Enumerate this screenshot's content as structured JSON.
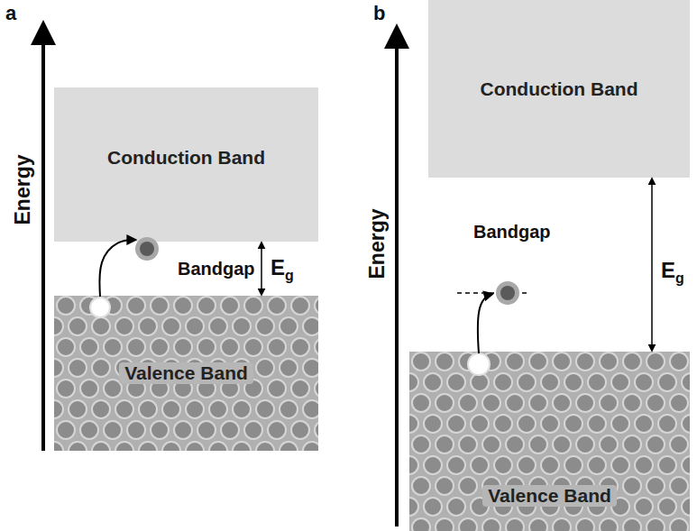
{
  "diagram": {
    "nodes": [
      {
        "text": [
          "Conduction Band"
        ]
      },
      {
        "text": [
          "Valence Band"
        ]
      },
      {
        "text": [
          "Conduction Band"
        ]
      },
      {
        "text": [
          "Valence Band"
        ]
      }
    ],
    "edges": [
      {
        "from": 1,
        "to": 0,
        "arrow": "to"
      },
      {
        "from": 0,
        "to": 1,
        "arrow": "both"
      },
      {
        "from": 2,
        "to": 3,
        "arrow": "both"
      }
    ],
    "labels": [
      "a",
      "Energy",
      "Bandgap",
      "E",
      "g",
      "b",
      "Energy",
      "Bandgap",
      "E",
      "g"
    ]
  }
}
